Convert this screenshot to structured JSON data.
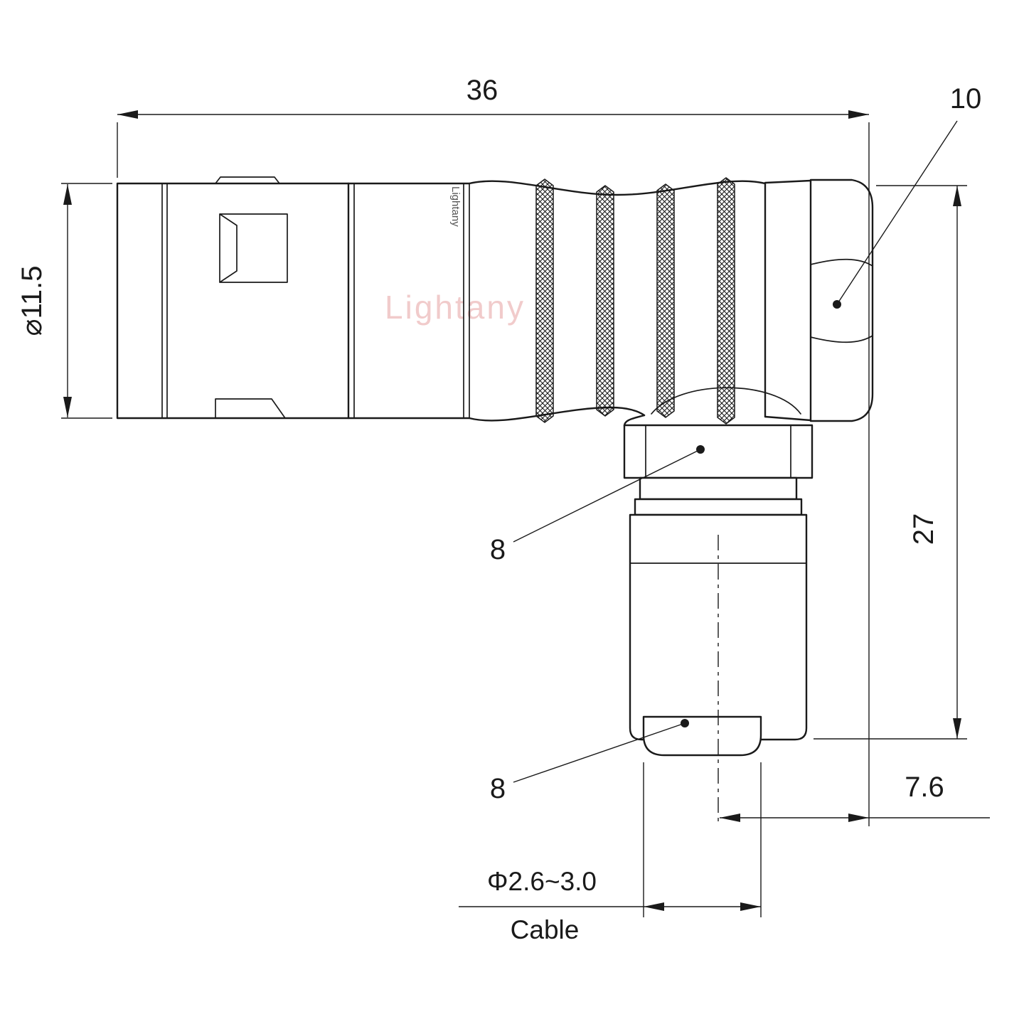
{
  "drawing": {
    "watermark_text": "Lightany",
    "body_print": "Lightany",
    "colors": {
      "line": "#1a1a1a",
      "watermark": "#e5a0a0",
      "background": "#ffffff"
    },
    "dimensions": {
      "overall_length": "36",
      "backnut_width": "10",
      "front_diameter": "⌀11.5",
      "overall_height": "27",
      "center_to_face": "7.6",
      "cable_range": "Φ2.6~3.0",
      "cable_word": "Cable",
      "coupling_leader": "8",
      "bushing_leader": "8"
    }
  }
}
